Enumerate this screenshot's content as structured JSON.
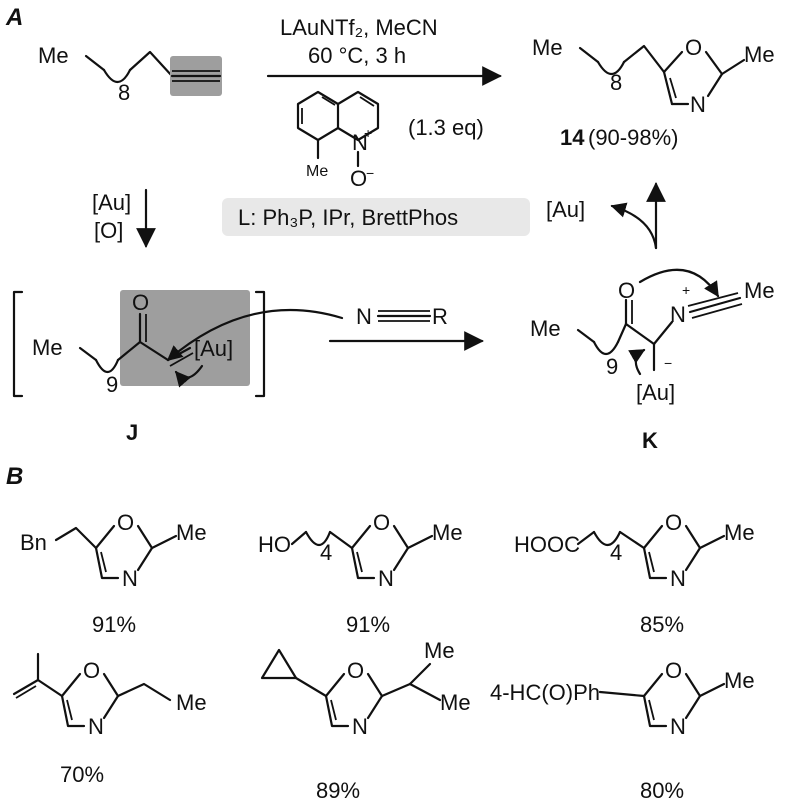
{
  "section_a": {
    "label": "A"
  },
  "section_b": {
    "label": "B"
  },
  "reaction": {
    "conditions_line1": "LAuNTf₂, MeCN",
    "conditions_line2": "60 °C, 3 h",
    "oxidant_equiv": "(1.3 eq)",
    "ligand_note": "L: Ph₃P, IPr, BrettPhos",
    "gold_oxidation_1": "[Au]",
    "gold_oxidation_2": "[O]",
    "gold_release": "[Au]",
    "nitrile_label_n": "N",
    "nitrile_label_r": "R"
  },
  "substrate": {
    "me": "Me",
    "count": "8"
  },
  "product": {
    "me": "Me",
    "count": "8",
    "me2": "Me",
    "o": "O",
    "n": "N",
    "id": "14",
    "yield": "(90-98%)"
  },
  "oxidant": {
    "me": "Me",
    "n": "N",
    "plus": "+",
    "o": "O",
    "minus": "−"
  },
  "intermediate_j": {
    "me": "Me",
    "count": "9",
    "o": "O",
    "au": "[Au]",
    "id": "J"
  },
  "intermediate_k": {
    "me": "Me",
    "count": "9",
    "o": "O",
    "n": "N",
    "plus": "+",
    "me2": "Me",
    "minus": "−",
    "au": "[Au]",
    "id": "K"
  },
  "scope": [
    {
      "sub": "Bn",
      "r": "Me",
      "o": "O",
      "n": "N",
      "yield": "91%"
    },
    {
      "sub": "HO",
      "count": "4",
      "r": "Me",
      "o": "O",
      "n": "N",
      "yield": "91%"
    },
    {
      "sub": "HOOC",
      "count": "4",
      "r": "Me",
      "o": "O",
      "n": "N",
      "yield": "85%"
    },
    {
      "r": "Me",
      "o": "O",
      "n": "N",
      "yield": "70%"
    },
    {
      "r1": "Me",
      "r2": "Me",
      "o": "O",
      "n": "N",
      "yield": "89%"
    },
    {
      "sub": "4-HC(O)Ph",
      "r": "Me",
      "o": "O",
      "n": "N",
      "yield": "80%"
    }
  ]
}
